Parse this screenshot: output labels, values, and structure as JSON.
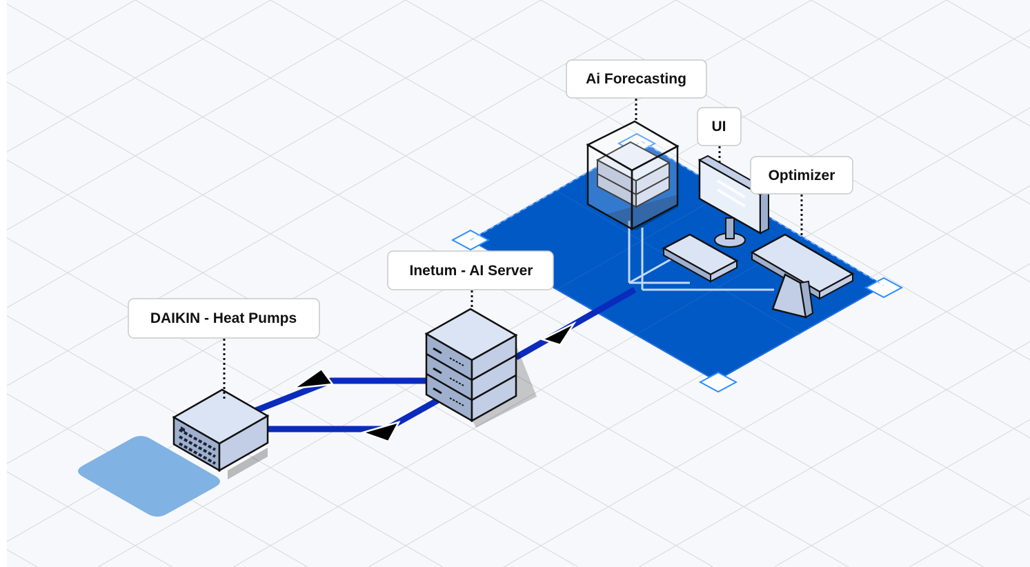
{
  "canvas": {
    "background": "#f7f8fb",
    "grid_color": "#d7d9de"
  },
  "colors": {
    "platform": "#0059c4",
    "platform_edge": "#1f6fe0",
    "pad": "#80b2e3",
    "connector": "#0b2bbd",
    "handle_stroke": "#2a8cff",
    "device_top": "#dbe4f4",
    "device_left": "#9fb0ce",
    "device_right": "#c2cee5"
  },
  "nodes": {
    "daikin": {
      "label": "DAIKIN - Heat Pumps",
      "icon": "network-switch-icon"
    },
    "inetum": {
      "label": "Inetum - AI Server",
      "icon": "server-rack-icon"
    },
    "forecasting": {
      "label": "Ai Forecasting",
      "icon": "server-cube-icon"
    },
    "ui": {
      "label": "UI",
      "icon": "monitor-icon"
    },
    "optimizer": {
      "label": "Optimizer",
      "icon": "table-icon"
    }
  },
  "edges": [
    {
      "from": "inetum",
      "to": "daikin",
      "arrow": "arrowhead-icon"
    },
    {
      "from": "daikin",
      "to": "inetum",
      "arrow": "arrowhead-icon"
    },
    {
      "from": "forecasting",
      "to": "inetum",
      "arrow": "arrowhead-icon"
    }
  ]
}
